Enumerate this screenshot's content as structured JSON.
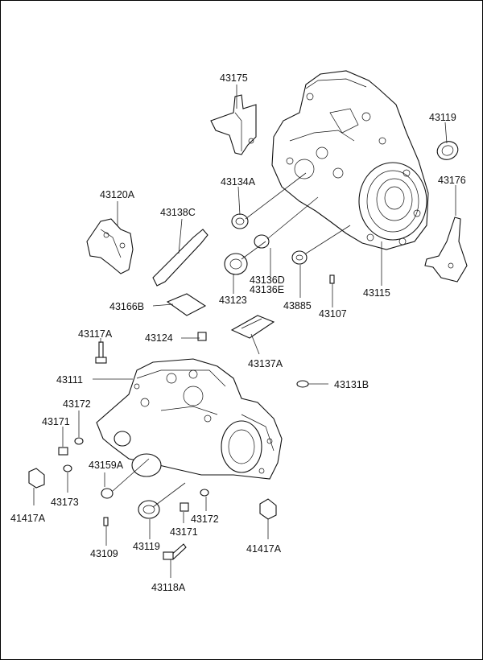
{
  "labels": {
    "p43175": "43175",
    "p43119_top": "43119",
    "p43134A": "43134A",
    "p43176": "43176",
    "p43120A": "43120A",
    "p43138C": "43138C",
    "p43136D": "43136D",
    "p43136E": "43136E",
    "p43123": "43123",
    "p43885": "43885",
    "p43115": "43115",
    "p43166B": "43166B",
    "p43107": "43107",
    "p43117A": "43117A",
    "p43124": "43124",
    "p43137A": "43137A",
    "p43111": "43111",
    "p43131B": "43131B",
    "p43172_left": "43172",
    "p43171_left": "43171",
    "p43159A": "43159A",
    "p41417A_left": "41417A",
    "p43173": "43173",
    "p43172_bottom": "43172",
    "p43171_bottom": "43171",
    "p43119_bottom": "43119",
    "p43109": "43109",
    "p41417A_right": "41417A",
    "p43118A": "43118A"
  }
}
